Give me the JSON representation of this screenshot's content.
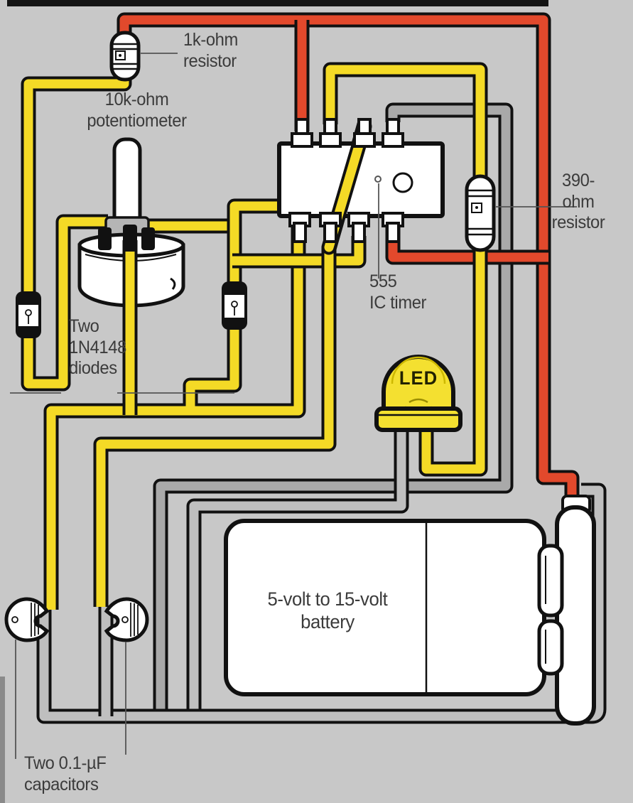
{
  "diagram": {
    "title": "555 timer LED flasher wiring diagram",
    "labels": {
      "r1k_l1": "1k-ohm",
      "r1k_l2": "resistor",
      "pot_l1": "10k-ohm",
      "pot_l2": "potentiometer",
      "r390_l1": "390-",
      "r390_l2": "ohm",
      "r390_l3": "resistor",
      "timer_l1": "555",
      "timer_l2": "IC timer",
      "diodes_l1": "Two",
      "diodes_l2": "1N4148",
      "diodes_l3": "diodes",
      "led": "LED",
      "battery_l1": "5-volt to 15-volt",
      "battery_l2": "battery",
      "caps_l1": "Two 0.1-µF",
      "caps_l2": "capacitors"
    },
    "components": [
      "1k-ohm resistor",
      "10k-ohm potentiometer",
      "555 IC timer",
      "390-ohm resistor",
      "Two 1N4148 diodes",
      "LED",
      "5-volt to 15-volt battery",
      "Two 0.1-µF capacitors"
    ],
    "colors": {
      "background": "#c8c8c8",
      "wire_yellow": "#f4da26",
      "wire_red": "#e2492c",
      "wire_gray": "#bfbfbf",
      "wire_gray_dark": "#a9a9a9",
      "outline": "#111111",
      "label_color": "#3b3b3b"
    }
  }
}
